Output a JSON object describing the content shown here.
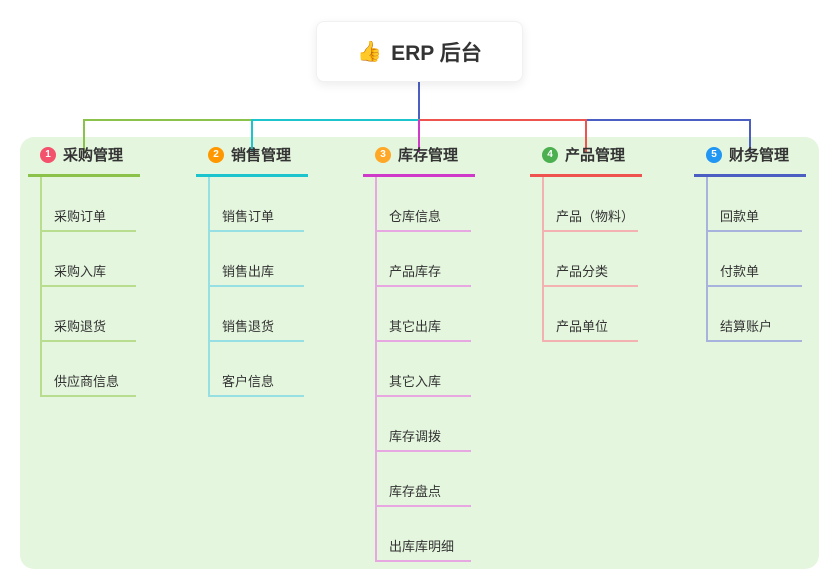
{
  "root": {
    "icon": "👍",
    "label": "ERP 后台"
  },
  "colors": {
    "panel_bg": "#e4f6de",
    "root_line": "#4a5fc1"
  },
  "branches": [
    {
      "num": "1",
      "title": "采购管理",
      "badge_color": "#f4516c",
      "line_color": "#8bc34a",
      "light_color": "#b9dd8e",
      "children": [
        "采购订单",
        "采购入库",
        "采购退货",
        "供应商信息"
      ]
    },
    {
      "num": "2",
      "title": "销售管理",
      "badge_color": "#ff9800",
      "line_color": "#1cc5cd",
      "light_color": "#96dfe3",
      "children": [
        "销售订单",
        "销售出库",
        "销售退货",
        "客户信息"
      ]
    },
    {
      "num": "3",
      "title": "库存管理",
      "badge_color": "#ffa726",
      "line_color": "#cf3ac9",
      "light_color": "#e7a8e1",
      "children": [
        "仓库信息",
        "产品库存",
        "其它出库",
        "其它入库",
        "库存调拨",
        "库存盘点",
        "出库库明细"
      ]
    },
    {
      "num": "4",
      "title": "产品管理",
      "badge_color": "#4caf50",
      "line_color": "#ef5350",
      "light_color": "#f3b2b1",
      "children": [
        "产品（物料）",
        "产品分类",
        "产品单位"
      ]
    },
    {
      "num": "5",
      "title": "财务管理",
      "badge_color": "#2196f3",
      "line_color": "#4a5fc1",
      "light_color": "#a7b2dd",
      "children": [
        "回款单",
        "付款单",
        "结算账户"
      ]
    }
  ]
}
